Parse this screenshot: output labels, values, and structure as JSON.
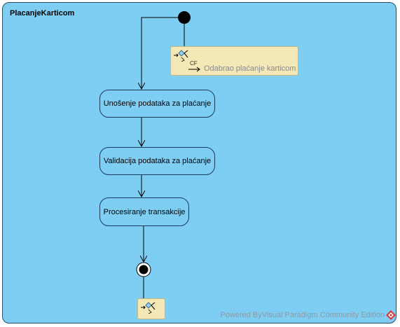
{
  "diagram": {
    "title": "PlacanjeKarticom",
    "actions": [
      {
        "id": "a1",
        "label": "Unošenje podataka za plaćanje"
      },
      {
        "id": "a2",
        "label": "Validacija podataka za plaćanje"
      },
      {
        "id": "a3",
        "label": "Procesiranje transakcije"
      }
    ],
    "note": {
      "stereotype": "CF",
      "text": "Odabrao plaćanje karticom"
    },
    "watermark": "Powered BỳVisual Paradigm Community Edition"
  },
  "colors": {
    "frame_fill": "#7ecef4",
    "frame_border": "#2b4a66",
    "note_fill": "#f3e8b6",
    "node_fill": "#000000"
  },
  "icons": {
    "note_icon": "control-flow-icon",
    "logo": "visual-paradigm-logo-icon"
  }
}
